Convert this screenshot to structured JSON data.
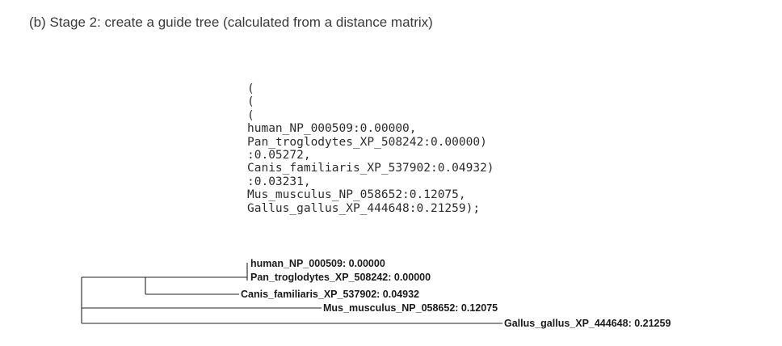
{
  "caption": "(b) Stage 2: create a guide tree (calculated from a distance matrix)",
  "newick_lines": [
    "(",
    "(",
    "(",
    "human_NP_000509:0.00000,",
    "Pan_troglodytes_XP_508242:0.00000)",
    ":0.05272,",
    "Canis_familiaris_XP_537902:0.04932)",
    ":0.03231,",
    "Mus_musculus_NP_058652:0.12075,",
    "Gallus_gallus_XP_444648:0.21259);"
  ],
  "tree_labels": {
    "human": "human_NP_000509: 0.00000",
    "pan": "Pan_troglodytes_XP_508242: 0.00000",
    "canis": "Canis_familiaris_XP_537902: 0.04932",
    "mus": "Mus_musculus_NP_058652: 0.12075",
    "gallus": "Gallus_gallus_XP_444648: 0.21259"
  }
}
